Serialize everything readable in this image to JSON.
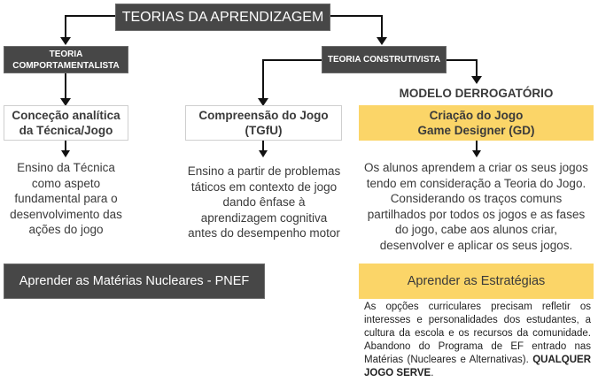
{
  "title": "TEORIAS DA APRENDIZAGEM",
  "left_branch": {
    "theory": [
      "TEORIA",
      "COMPORTAMENTALISTA"
    ],
    "concept": [
      "Conceção analítica",
      "da Técnica/Jogo"
    ],
    "description": [
      "Ensino da Técnica",
      "como aspeto",
      "fundamental para o",
      "desenvolvimento das",
      "ações do jogo"
    ]
  },
  "right_branch": {
    "theory": "TEORIA CONSTRUTIVISTA"
  },
  "middle_model": {
    "concept": [
      "Compreensão do Jogo",
      "(TGfU)"
    ],
    "description": [
      "Ensino a partir de problemas",
      "táticos em contexto de jogo",
      "dando ênfase à",
      "aprendizagem cognitiva",
      "antes do desempenho motor"
    ]
  },
  "derogatory_model": {
    "heading": "MODELO DERROGATÓRIO",
    "concept": [
      "Criação do Jogo",
      "Game Designer (GD)"
    ],
    "description": [
      "Os alunos aprendem a criar os seus jogos",
      "tendo em consideração a Teoria do Jogo.",
      "Considerando os traços comuns",
      "partilhados por todos os jogos e as fases",
      "do jogo, cabe aos alunos criar,",
      "desenvolver e aplicar os seus jogos."
    ]
  },
  "bottom_left": {
    "label": "Aprender as Matérias Nucleares - PNEF"
  },
  "bottom_right": {
    "label": "Aprender as Estratégias",
    "text": "As opções curriculares precisam refletir os interesses e personalidades dos estudantes, a cultura da escola e os recursos da comunidade. Abandono do Programa de EF entrado nas Matérias (Nucleares e Alternativas).",
    "emphasis": "QUALQUER JOGO SERVE",
    "tail": "."
  },
  "colors": {
    "dark_box": "#474747",
    "yellow_box": "#fbd568",
    "text": "#3a3a3a"
  }
}
